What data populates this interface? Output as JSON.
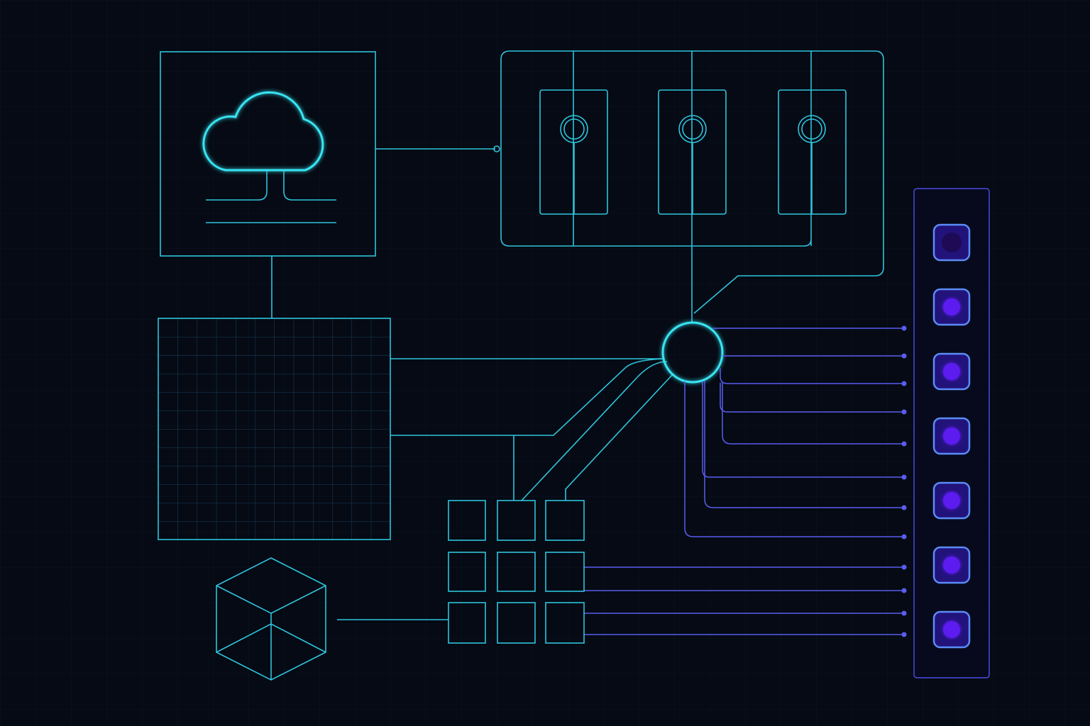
{
  "colors": {
    "background": "#050a14",
    "cyan": "#2fc4dc",
    "cyan_glow": "#38e4f2",
    "violet": "#5a5cf0",
    "indicator": "#5b1cf0",
    "indicator_off": "#1e0a55"
  },
  "icons": [
    "cloud-icon",
    "server-icon",
    "hub-node-icon",
    "grid-panel-icon",
    "cube-icon",
    "indicator-led-icon"
  ],
  "indicators": {
    "states": [
      "off",
      "on",
      "on",
      "on",
      "on",
      "on",
      "on"
    ]
  }
}
